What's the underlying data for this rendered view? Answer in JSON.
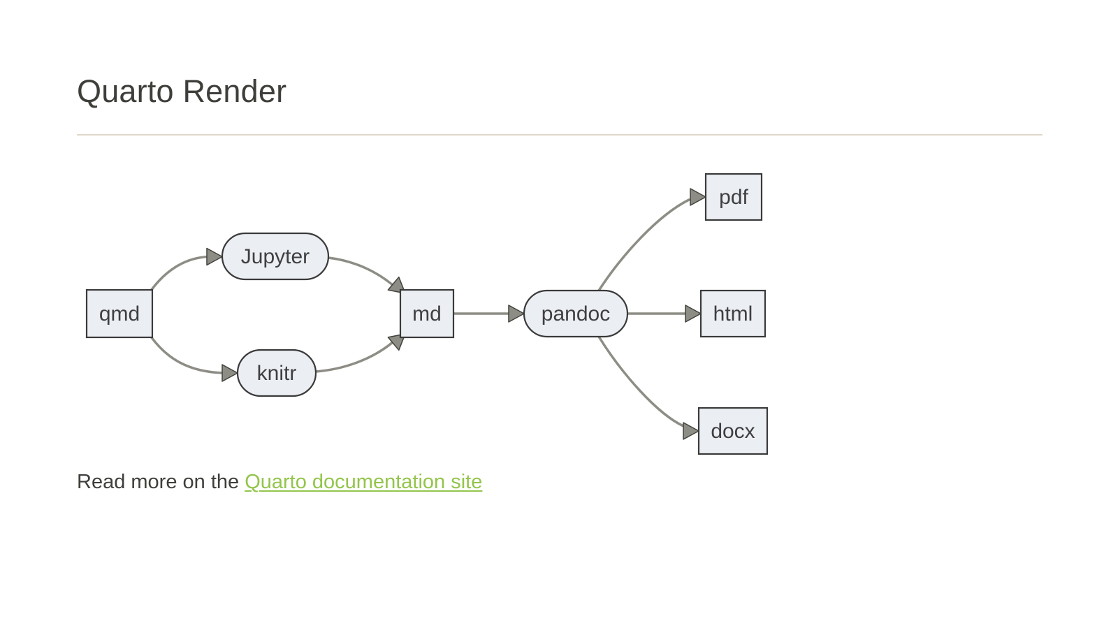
{
  "page": {
    "title": "Quarto Render",
    "footer_prefix": "Read more on the ",
    "footer_link_label": "Quarto documentation site"
  },
  "colors": {
    "background": "#ffffff",
    "title_text": "#3e3f3a",
    "divider": "#dfd7ca",
    "node_fill": "#ebeef3",
    "node_border": "#3a3a3a",
    "node_text": "#3f3f41",
    "edge_line": "#8e8d85",
    "arrowhead_fill": "#8e8d85",
    "arrowhead_border": "#41423c",
    "link": "#93c54b"
  },
  "diagram": {
    "type": "flowchart",
    "direction": "left-to-right",
    "nodes": [
      {
        "id": "qmd",
        "label": "qmd",
        "shape": "rect"
      },
      {
        "id": "jupyter",
        "label": "Jupyter",
        "shape": "stadium"
      },
      {
        "id": "knitr",
        "label": "knitr",
        "shape": "stadium"
      },
      {
        "id": "md",
        "label": "md",
        "shape": "rect"
      },
      {
        "id": "pandoc",
        "label": "pandoc",
        "shape": "stadium"
      },
      {
        "id": "pdf",
        "label": "pdf",
        "shape": "rect"
      },
      {
        "id": "html",
        "label": "html",
        "shape": "rect"
      },
      {
        "id": "docx",
        "label": "docx",
        "shape": "rect"
      }
    ],
    "edges": [
      {
        "from": "qmd",
        "to": "jupyter"
      },
      {
        "from": "qmd",
        "to": "knitr"
      },
      {
        "from": "jupyter",
        "to": "md"
      },
      {
        "from": "knitr",
        "to": "md"
      },
      {
        "from": "md",
        "to": "pandoc"
      },
      {
        "from": "pandoc",
        "to": "pdf"
      },
      {
        "from": "pandoc",
        "to": "html"
      },
      {
        "from": "pandoc",
        "to": "docx"
      }
    ]
  }
}
